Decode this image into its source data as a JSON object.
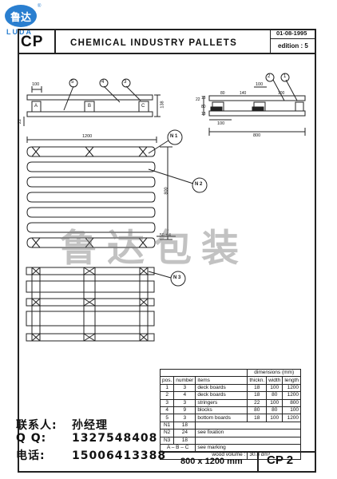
{
  "logo": {
    "text": "鲁达",
    "sub": "LUDA",
    "reg": "®"
  },
  "header": {
    "code": "CP",
    "title": "CHEMICAL INDUSTRY PALLETS",
    "date": "01-08-1995",
    "edition": "edition : 5"
  },
  "watermark": "鲁达包装",
  "dimensions": {
    "side_top": [
      "100",
      "5",
      "4",
      "3"
    ],
    "side_right": "138",
    "side_left": "22",
    "side_labels": [
      "A",
      "B",
      "C"
    ],
    "right_top": [
      "2",
      "1",
      "100"
    ],
    "right_row": [
      "80",
      "140",
      "100"
    ],
    "right_side": [
      "22",
      "18",
      "80",
      "18"
    ],
    "right_bottom": [
      "100",
      "800"
    ],
    "plan_width": "1200",
    "plan_height": "800",
    "plan_offset": "50 ± 4",
    "notes": [
      "N 1",
      "N 2",
      "N 3"
    ]
  },
  "table": {
    "dim_header": "dimensions (mm)",
    "cols": [
      "pos.",
      "number",
      "items",
      "thickn.",
      "width",
      "length"
    ],
    "rows": [
      [
        "1",
        "3",
        "deck boards",
        "18",
        "100",
        "1200"
      ],
      [
        "2",
        "4",
        "deck boards",
        "18",
        "80",
        "1200"
      ],
      [
        "3",
        "3",
        "stringers",
        "22",
        "100",
        "800"
      ],
      [
        "4",
        "9",
        "blocks",
        "80",
        "80",
        "100"
      ],
      [
        "5",
        "3",
        "bottom boards",
        "18",
        "100",
        "1200"
      ]
    ],
    "notes": [
      [
        "N1",
        "18",
        ""
      ],
      [
        "N2",
        "24",
        "see fixation"
      ],
      [
        "N3",
        "18",
        ""
      ],
      [
        "A – B – C",
        "",
        "see marking"
      ]
    ],
    "wood_volume_label": "wood volume :",
    "wood_volume": "30.8 dm³"
  },
  "footer": {
    "size": "800 x 1200  mm",
    "code": "CP 2"
  },
  "contact": {
    "person_label": "联系人:",
    "person": "孙经理",
    "qq_label": "Q Q:",
    "qq": "1327548408",
    "phone_label": "电话:",
    "phone": "15006413388"
  }
}
